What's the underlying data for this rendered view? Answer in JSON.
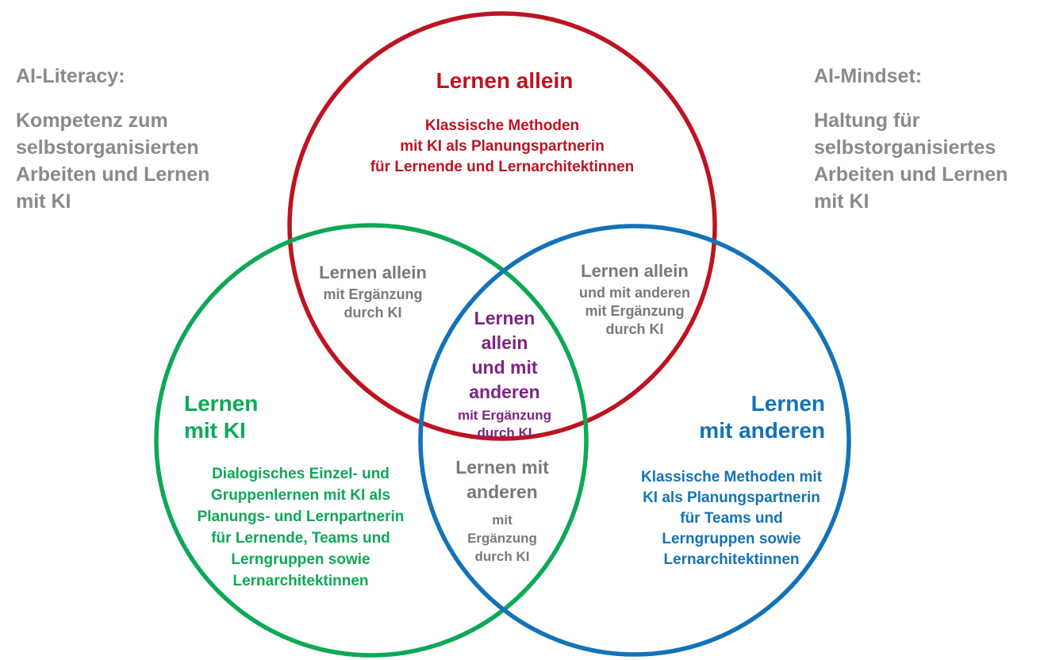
{
  "colors": {
    "red": "#BE1321",
    "green": "#0DA857",
    "blue": "#1472B8",
    "purple": "#7C2382",
    "gray_notes": "#8A8A8A",
    "gray_labels": "#797979"
  },
  "notes": {
    "left": {
      "title": "AI-Literacy:",
      "body": "Kompetenz zum\nselbstorganisierten\nArbeiten und Lernen\nmit KI"
    },
    "right": {
      "title": "AI-Mindset:",
      "body": "Haltung für\nselbstorganisiertes\nArbeiten und Lernen\nmit KI"
    }
  },
  "circles": {
    "red": {
      "title": "Lernen allein",
      "description": "Klassische Methoden\nmit KI als Planungspartnerin\nfür Lernende und Lernarchitektinnen"
    },
    "green": {
      "title": "Lernen\nmit KI",
      "description": "Dialogisches Einzel- und\nGruppenlernen mit KI als\nPlanungs- und Lernpartnerin\nfür Lernende, Teams und\nLerngruppen sowie\nLernarchitektinnen"
    },
    "blue": {
      "title": "Lernen\nmit anderen",
      "description": "Klassische Methoden mit\nKI als Planungspartnerin\nfür Teams und\nLerngruppen sowie\nLernarchitektinnen"
    }
  },
  "intersections": {
    "red_green": {
      "title": "Lernen allein",
      "subtitle": "mit Ergänzung\ndurch KI"
    },
    "red_blue": {
      "title": "Lernen allein",
      "subtitle": "und mit anderen\nmit Ergänzung\ndurch KI"
    },
    "green_blue": {
      "title": "Lernen mit\nanderen",
      "subtitle": "mit\nErgänzung\ndurch KI"
    },
    "center": {
      "title": "Lernen\nallein\nund mit\nanderen",
      "subtitle": "mit Ergänzung\ndurch KI"
    }
  }
}
